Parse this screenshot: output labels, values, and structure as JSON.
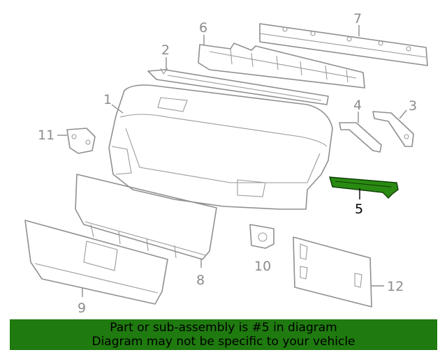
{
  "diagram": {
    "highlight_color": "#2a8a12",
    "callouts": {
      "c1": "1",
      "c2": "2",
      "c3": "3",
      "c4": "4",
      "c5": "5",
      "c6": "6",
      "c7": "7",
      "c8": "8",
      "c9": "9",
      "c10": "10",
      "c11": "11",
      "c12": "12"
    },
    "selected_part": "5"
  },
  "banner": {
    "line1": "Part or sub-assembly is #5 in diagram",
    "line2": "Diagram may not be specific to your vehicle",
    "color": "#1f7a0f"
  }
}
